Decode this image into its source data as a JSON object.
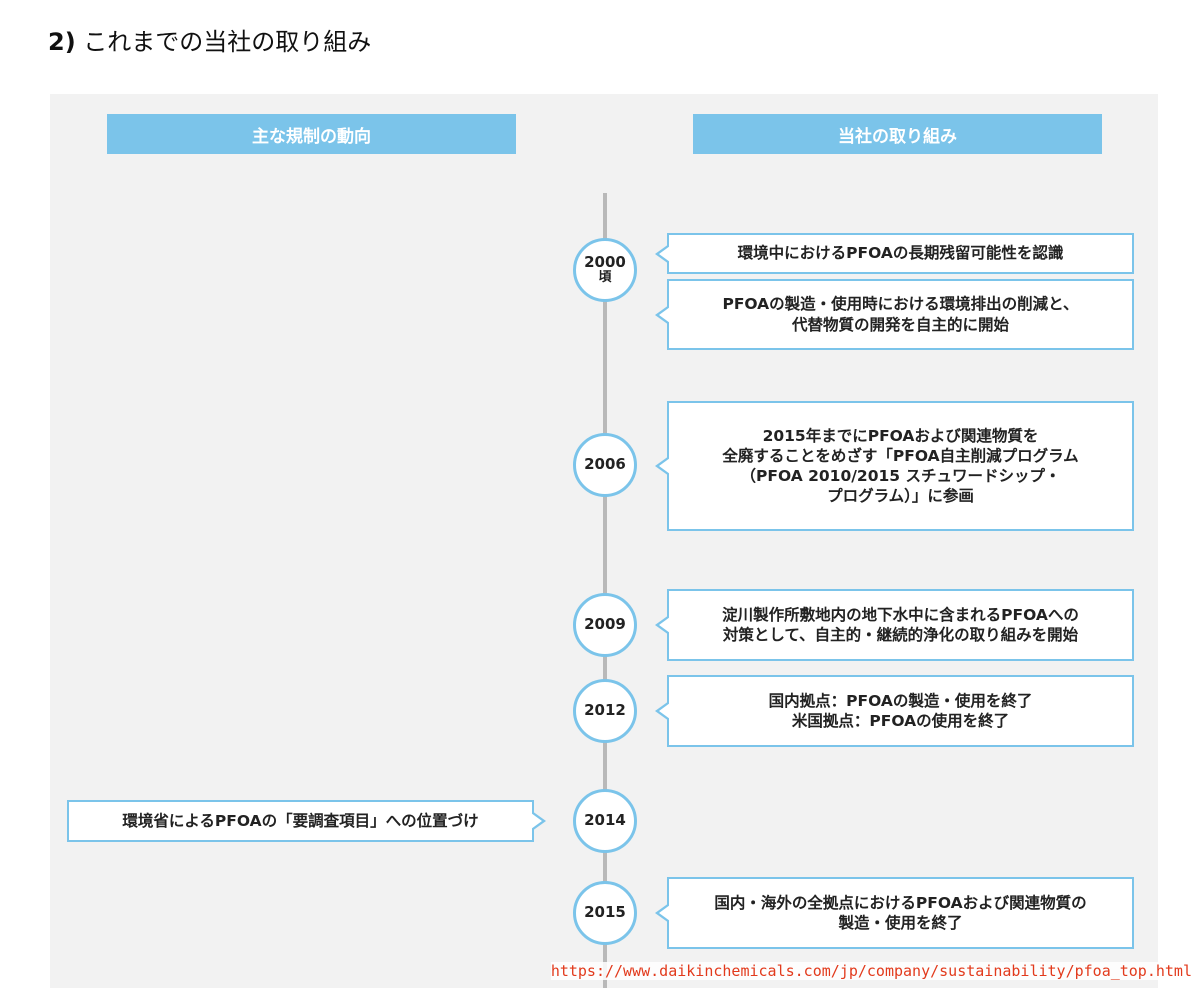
{
  "heading": {
    "number": "2)",
    "text": "これまでの当社の取り組み"
  },
  "columns": {
    "left": "主な規制の動向",
    "right": "当社の取り組み"
  },
  "years": [
    {
      "label": "2000",
      "sub": "頃"
    },
    {
      "label": "2006",
      "sub": ""
    },
    {
      "label": "2009",
      "sub": ""
    },
    {
      "label": "2012",
      "sub": ""
    },
    {
      "label": "2014",
      "sub": ""
    },
    {
      "label": "2015",
      "sub": ""
    }
  ],
  "company_events": [
    "環境中におけるPFOAの長期残留可能性を認識",
    "PFOAの製造・使用時における環境排出の削減と、\n代替物質の開発を自主的に開始",
    "2015年までにPFOAおよび関連物質を\n全廃することをめざす「PFOA自主削減プログラム\n（PFOA 2010/2015 スチュワードシップ・\nプログラム）」に参画",
    "淀川製作所敷地内の地下水中に含まれるPFOAへの\n対策として、自主的・継続的浄化の取り組みを開始",
    "国内拠点：PFOAの製造・使用を終了\n米国拠点：PFOAの使用を終了",
    "国内・海外の全拠点におけるPFOAおよび関連物質の\n製造・使用を終了"
  ],
  "regulation_events": [
    "環境省によるPFOAの「要調査項目」への位置づけ"
  ],
  "source_url": "https://www.daikinchemicals.com/jp/company/sustainability/pfoa_top.html",
  "colors": {
    "accent": "#7bc4ea",
    "line": "#b9b9b9",
    "panel": "#f2f2f2",
    "url": "#e23a1c"
  }
}
